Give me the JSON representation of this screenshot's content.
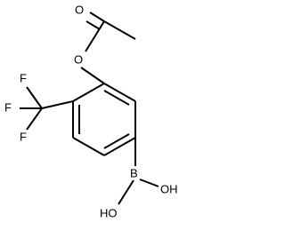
{
  "molecule": {
    "atoms": {
      "carbonyl_oxygen": "O",
      "ester_oxygen": "O",
      "fluorine_top": "F",
      "fluorine_left": "F",
      "fluorine_bottom": "F",
      "boron": "B",
      "hydroxyl_right": "OH",
      "hydroxyl_left": "HO"
    }
  }
}
